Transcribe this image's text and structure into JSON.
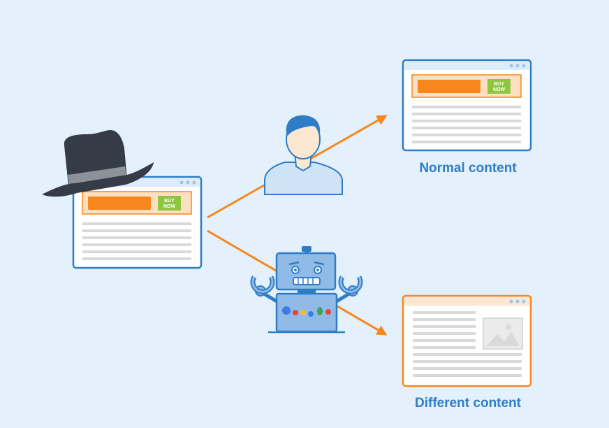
{
  "colors": {
    "background": "#e4f0fb",
    "accent_blue": "#2f7dc6",
    "accent_orange": "#f7861d",
    "buy_button_green": "#8dc63f",
    "hat": "#353c47"
  },
  "source_page": {
    "buy_button": {
      "line1": "BUY",
      "line2": "NOW"
    }
  },
  "normal_page": {
    "buy_button": {
      "line1": "BUY",
      "line2": "NOW"
    },
    "caption": "Normal content"
  },
  "different_page": {
    "caption": "Different content"
  },
  "icons": [
    "hat-icon",
    "user-icon",
    "robot-icon",
    "image-placeholder-icon",
    "arrow-icon"
  ]
}
